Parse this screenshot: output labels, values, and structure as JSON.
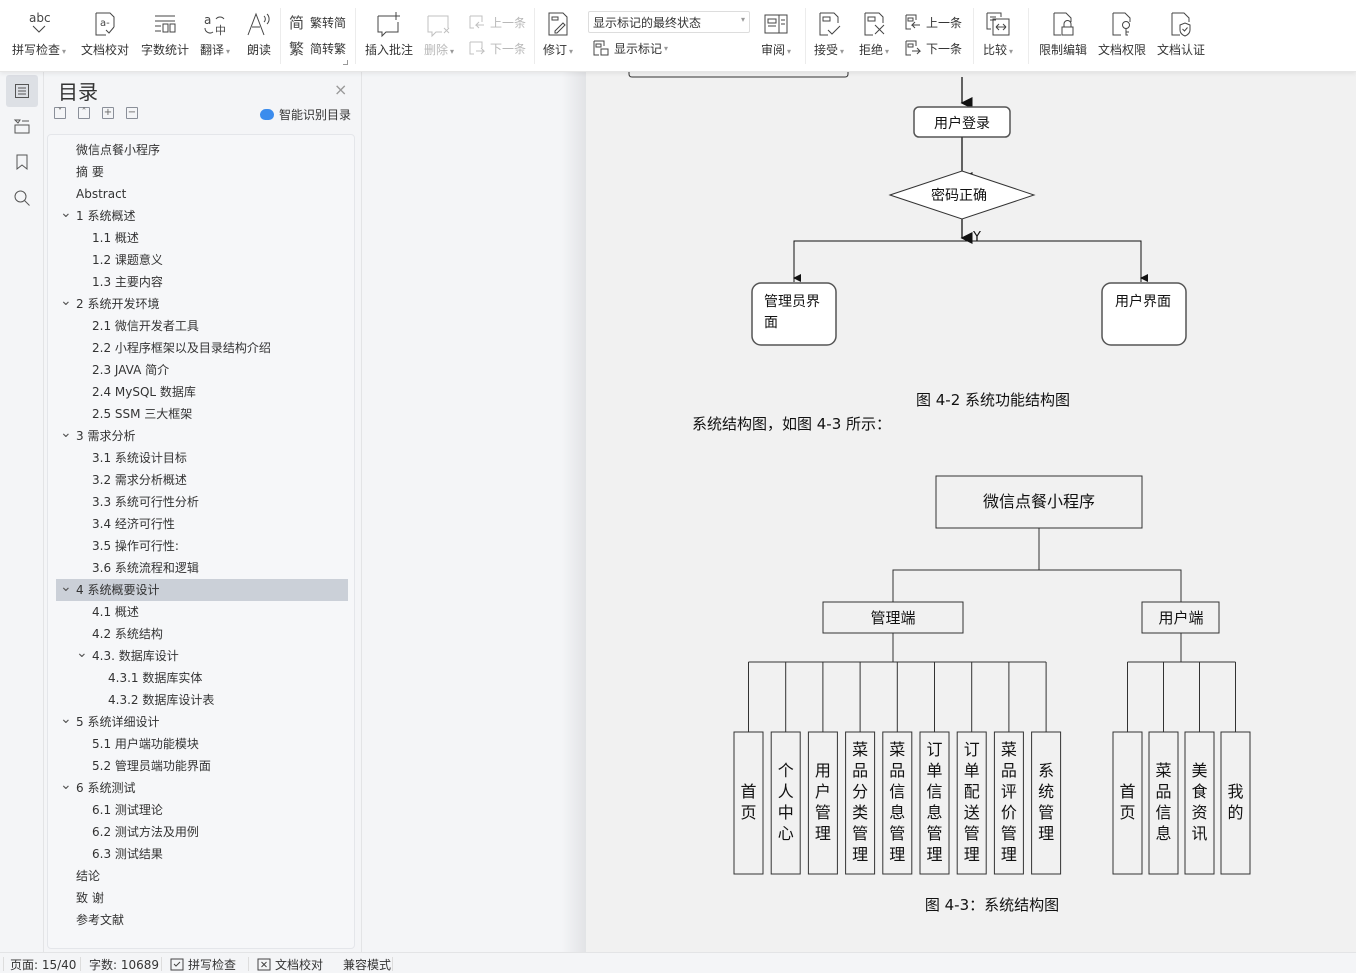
{
  "toolbar": {
    "spell_check": "拼写检查",
    "doc_proof": "文档校对",
    "word_count": "字数统计",
    "translate": "翻译",
    "read_aloud": "朗读",
    "trad_to_simp": "繁转简",
    "simp_to_trad": "简转繁",
    "insert_comment": "插入批注",
    "delete": "删除",
    "prev_comment": "上一条",
    "next_comment": "下一条",
    "track_changes": "修订",
    "markup_state": "显示标记的最终状态",
    "show_markup": "显示标记",
    "review": "审阅",
    "accept": "接受",
    "reject": "拒绝",
    "prev_change": "上一条",
    "next_change": "下一条",
    "compare": "比较",
    "restrict_edit": "限制编辑",
    "doc_permission": "文档权限",
    "doc_certify": "文档认证",
    "abc_glyph": "abc"
  },
  "nav": {
    "title": "目录",
    "close": "×",
    "smart_toc": "智能识别目录",
    "items": [
      {
        "label": "微信点餐小程序",
        "level": 0,
        "chevron": false
      },
      {
        "label": "摘  要",
        "level": 0,
        "chevron": false
      },
      {
        "label": "Abstract",
        "level": 0,
        "chevron": false
      },
      {
        "label": "1  系统概述",
        "level": 0,
        "chevron": true
      },
      {
        "label": "1.1  概述",
        "level": 1,
        "chevron": false
      },
      {
        "label": "1.2 课题意义",
        "level": 1,
        "chevron": false
      },
      {
        "label": "1.3  主要内容",
        "level": 1,
        "chevron": false
      },
      {
        "label": "2  系统开发环境",
        "level": 0,
        "chevron": true
      },
      {
        "label": "2.1 微信开发者工具",
        "level": 1,
        "chevron": false
      },
      {
        "label": "2.2 小程序框架以及目录结构介绍",
        "level": 1,
        "chevron": false
      },
      {
        "label": "2.3 JAVA 简介",
        "level": 1,
        "chevron": false
      },
      {
        "label": "2.4 MySQL 数据库",
        "level": 1,
        "chevron": false
      },
      {
        "label": "2.5 SSM 三大框架",
        "level": 1,
        "chevron": false
      },
      {
        "label": "3  需求分析",
        "level": 0,
        "chevron": true
      },
      {
        "label": "3.1  系统设计目标",
        "level": 1,
        "chevron": false
      },
      {
        "label": "3.2 需求分析概述",
        "level": 1,
        "chevron": false
      },
      {
        "label": "3.3  系统可行性分析",
        "level": 1,
        "chevron": false
      },
      {
        "label": "3.4 经济可行性",
        "level": 1,
        "chevron": false
      },
      {
        "label": "3.5 操作可行性:",
        "level": 1,
        "chevron": false
      },
      {
        "label": "3.6 系统流程和逻辑",
        "level": 1,
        "chevron": false
      },
      {
        "label": "4 系统概要设计",
        "level": 0,
        "chevron": true,
        "selected": true
      },
      {
        "label": "4.1  概述",
        "level": 1,
        "chevron": false
      },
      {
        "label": "4.2  系统结构",
        "level": 1,
        "chevron": false
      },
      {
        "label": "4.3.  数据库设计",
        "level": 1,
        "chevron": true
      },
      {
        "label": "4.3.1  数据库实体",
        "level": 2,
        "chevron": false
      },
      {
        "label": "4.3.2  数据库设计表",
        "level": 2,
        "chevron": false
      },
      {
        "label": "5 系统详细设计",
        "level": 0,
        "chevron": true
      },
      {
        "label": "5.1 用户端功能模块",
        "level": 1,
        "chevron": false
      },
      {
        "label": "5.2 管理员端功能界面",
        "level": 1,
        "chevron": false
      },
      {
        "label": "6  系统测试",
        "level": 0,
        "chevron": true
      },
      {
        "label": "6.1  测试理论",
        "level": 1,
        "chevron": false
      },
      {
        "label": "6.2  测试方法及用例",
        "level": 1,
        "chevron": false
      },
      {
        "label": "6.3 测试结果",
        "level": 1,
        "chevron": false
      },
      {
        "label": "结论",
        "level": 0,
        "chevron": false
      },
      {
        "label": "致    谢",
        "level": 0,
        "chevron": false
      },
      {
        "label": "参考文献",
        "level": 0,
        "chevron": false
      }
    ]
  },
  "document": {
    "flow": {
      "login": "用户登录",
      "check": "密码正确",
      "yes_label": "Y",
      "admin_ui_line1": "管理员界",
      "admin_ui_line2": "面",
      "user_ui": "用户界面"
    },
    "caption_4_2": "图 4-2 系统功能结构图",
    "paragraph": "系统结构图，如图 4-3 所示：",
    "tree": {
      "root": "微信点餐小程序",
      "admin": "管理端",
      "user": "用户端",
      "admin_children": [
        "首页",
        "个人中心",
        "用户管理",
        "菜品分类管理",
        "菜品信息管理",
        "订单信息管理",
        "订单配送管理",
        "菜品评价管理",
        "系统管理"
      ],
      "user_children": [
        "首页",
        "菜品信息",
        "美食资讯",
        "我的"
      ]
    },
    "caption_4_3": "图 4-3：系统结构图"
  },
  "status": {
    "page": "页面: 15/40",
    "words": "字数: 10689",
    "spell": "拼写检查",
    "proof": "文档校对",
    "compat": "兼容模式"
  }
}
